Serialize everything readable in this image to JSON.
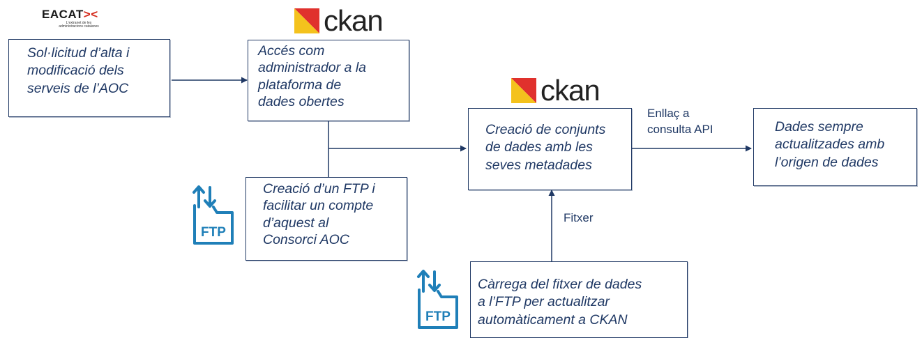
{
  "eacat_logo": {
    "name_dark": "EACAT",
    "name_red": "><",
    "subtitle": "L'extranet de les administracions catalanes"
  },
  "ckan_logos": [
    "ckan",
    "ckan"
  ],
  "boxes": {
    "request": "Sol·licitud d’alta i\nmodificació dels\nserveis de l’AOC",
    "admin_access": "Accés com\nadministrador a la\nplataforma de\ndades obertes",
    "ftp_creation": "Creació d’un FTP i\nfacilitar un compte\nd’aquest al\nConsorci AOC",
    "datasets": "Creació de conjunts\nde dades amb les\nseves metadades",
    "upload": "Càrrega del fitxer de dades\na l’FTP per actualitzar\nautomàticament a CKAN",
    "always_updated": "Dades sempre\nactualitzades amb\nl’origen de dades"
  },
  "edge_labels": {
    "api_link": "Enllaç a\nconsulta API",
    "file": "Fitxer"
  },
  "ftp_icon_text": "FTP",
  "icons": [
    "ckan-logo",
    "eacat-logo",
    "ftp-icon"
  ],
  "colors": {
    "box_border": "#1f3864",
    "text": "#1f3864",
    "ftp_icon": "#1f7fb8",
    "ckan_red": "#e0312d",
    "ckan_yellow": "#f4c21d",
    "eacat_red": "#d42a1b"
  }
}
